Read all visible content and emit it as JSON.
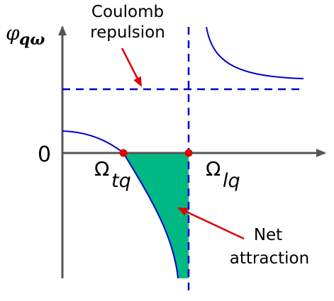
{
  "labels": {
    "y_axis_symbol": "φ",
    "y_axis_subscript": "qω",
    "zero": "0",
    "omega_symbol": "Ω",
    "omega_tq_subscript": "tq",
    "omega_lq_subscript": "lq",
    "coulomb_line1": "Coulomb",
    "coulomb_line2": "repulsion",
    "net_line1": "Net",
    "net_line2": "attraction"
  },
  "colors": {
    "curve": "#0000cc",
    "dashed": "#0000cc",
    "fill": "#00b884",
    "arrow": "#e00000",
    "points": "#e00000",
    "axes": "#555555"
  }
}
